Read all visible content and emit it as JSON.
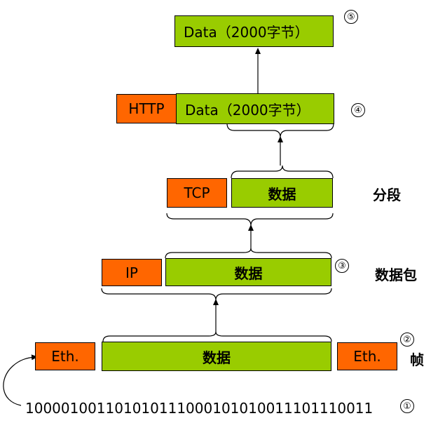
{
  "level5": {
    "data_label": "Data（2000字节）",
    "marker": "⑤"
  },
  "level4": {
    "header_label": "HTTP",
    "data_label": "Data（2000字节）",
    "marker": "④"
  },
  "level3": {
    "header_label": "TCP",
    "data_label": "数据",
    "side_label": "分段"
  },
  "level2": {
    "header_label": "IP",
    "data_label": "数据",
    "marker": "③",
    "side_label": "数据包"
  },
  "level1": {
    "header_label": "Eth.",
    "data_label": "数据",
    "trailer_label": "Eth.",
    "marker": "②",
    "side_label": "帧"
  },
  "level0": {
    "bits": "100001001101010111000101010011101110011",
    "marker": "①"
  },
  "colors": {
    "header": "#ff6600",
    "data": "#99cc00",
    "line": "#000000"
  }
}
